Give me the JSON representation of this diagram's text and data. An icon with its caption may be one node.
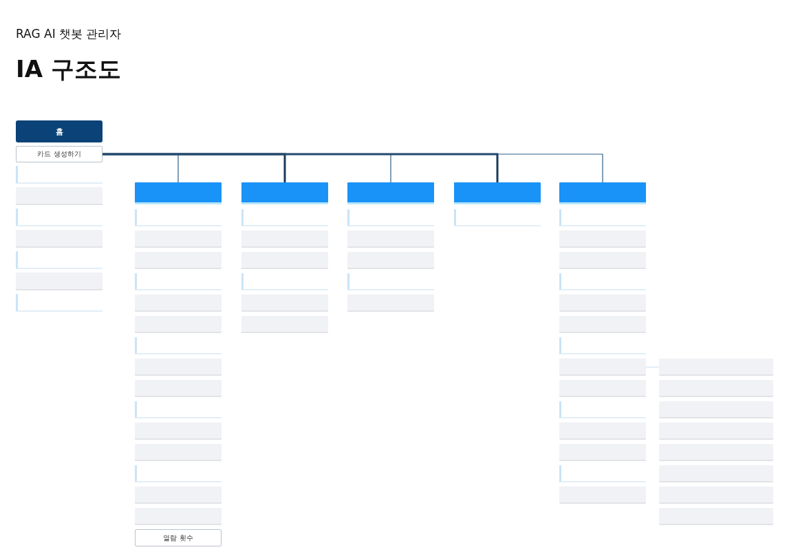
{
  "diagram": {
    "title": "IA 구조도",
    "labels": [
      "RAG AI 챗봇 관리자"
    ],
    "nodes": [
      {
        "text": [
          "홈"
        ]
      },
      {
        "text": [
          "카드 생성하기"
        ]
      },
      {
        "text": [],
        "shape": "box"
      },
      {
        "text": [],
        "shape": "box"
      },
      {
        "text": [],
        "shape": "box"
      },
      {
        "text": [],
        "shape": "box"
      },
      {
        "text": [],
        "shape": "box"
      },
      {
        "text": [],
        "shape": "box"
      },
      {
        "text": [],
        "shape": "box"
      },
      {
        "text": [],
        "shape": "box"
      },
      {
        "text": [],
        "shape": "box"
      },
      {
        "text": [],
        "shape": "box"
      },
      {
        "text": [],
        "shape": "box"
      },
      {
        "text": [],
        "shape": "box"
      },
      {
        "text": [],
        "shape": "box"
      },
      {
        "text": [],
        "shape": "box"
      },
      {
        "text": [],
        "shape": "box"
      },
      {
        "text": [],
        "shape": "box"
      },
      {
        "text": [],
        "shape": "box"
      },
      {
        "text": [],
        "shape": "box"
      },
      {
        "text": [],
        "shape": "box"
      },
      {
        "text": [],
        "shape": "box"
      },
      {
        "text": [],
        "shape": "box"
      },
      {
        "text": [],
        "shape": "box"
      },
      {
        "text": [],
        "shape": "box"
      },
      {
        "text": [
          "열람 횟수"
        ]
      },
      {
        "text": [],
        "shape": "box"
      },
      {
        "text": [],
        "shape": "box"
      },
      {
        "text": [],
        "shape": "box"
      },
      {
        "text": [],
        "shape": "box"
      },
      {
        "text": [],
        "shape": "box"
      },
      {
        "text": [],
        "shape": "box"
      },
      {
        "text": [],
        "shape": "box"
      },
      {
        "text": [],
        "shape": "box"
      },
      {
        "text": [],
        "shape": "box"
      },
      {
        "text": [],
        "shape": "box"
      },
      {
        "text": [],
        "shape": "box"
      },
      {
        "text": [],
        "shape": "box"
      },
      {
        "text": [],
        "shape": "box"
      },
      {
        "text": [],
        "shape": "box"
      },
      {
        "text": [],
        "shape": "box"
      },
      {
        "text": [],
        "shape": "box"
      },
      {
        "text": [],
        "shape": "box"
      },
      {
        "text": [],
        "shape": "box"
      },
      {
        "text": [],
        "shape": "box"
      },
      {
        "text": [],
        "shape": "box"
      },
      {
        "text": [],
        "shape": "box"
      },
      {
        "text": [],
        "shape": "box"
      },
      {
        "text": [],
        "shape": "box"
      },
      {
        "text": [],
        "shape": "box"
      },
      {
        "text": [],
        "shape": "box"
      },
      {
        "text": [],
        "shape": "box"
      },
      {
        "text": [],
        "shape": "box"
      },
      {
        "text": [],
        "shape": "box"
      },
      {
        "text": [],
        "shape": "box"
      },
      {
        "text": [],
        "shape": "box"
      },
      {
        "text": [],
        "shape": "box"
      },
      {
        "text": [],
        "shape": "box"
      },
      {
        "text": [],
        "shape": "box"
      },
      {
        "text": [],
        "shape": "box"
      },
      {
        "text": [],
        "shape": "box"
      },
      {
        "text": [],
        "shape": "box"
      },
      {
        "text": [],
        "shape": "box"
      },
      {
        "text": [],
        "shape": "box"
      }
    ],
    "edges": [
      {
        "from": 1,
        "to": 9,
        "arrow": "none"
      },
      {
        "from": 1,
        "to": 26,
        "arrow": "none",
        "style": "thick"
      },
      {
        "from": 1,
        "to": 33,
        "arrow": "none"
      },
      {
        "from": 1,
        "to": 39,
        "arrow": "none",
        "style": "thick"
      },
      {
        "from": 1,
        "to": 41,
        "arrow": "none"
      },
      {
        "from": 49,
        "to": 56,
        "arrow": "none",
        "color": "#d3e4f2"
      }
    ]
  }
}
